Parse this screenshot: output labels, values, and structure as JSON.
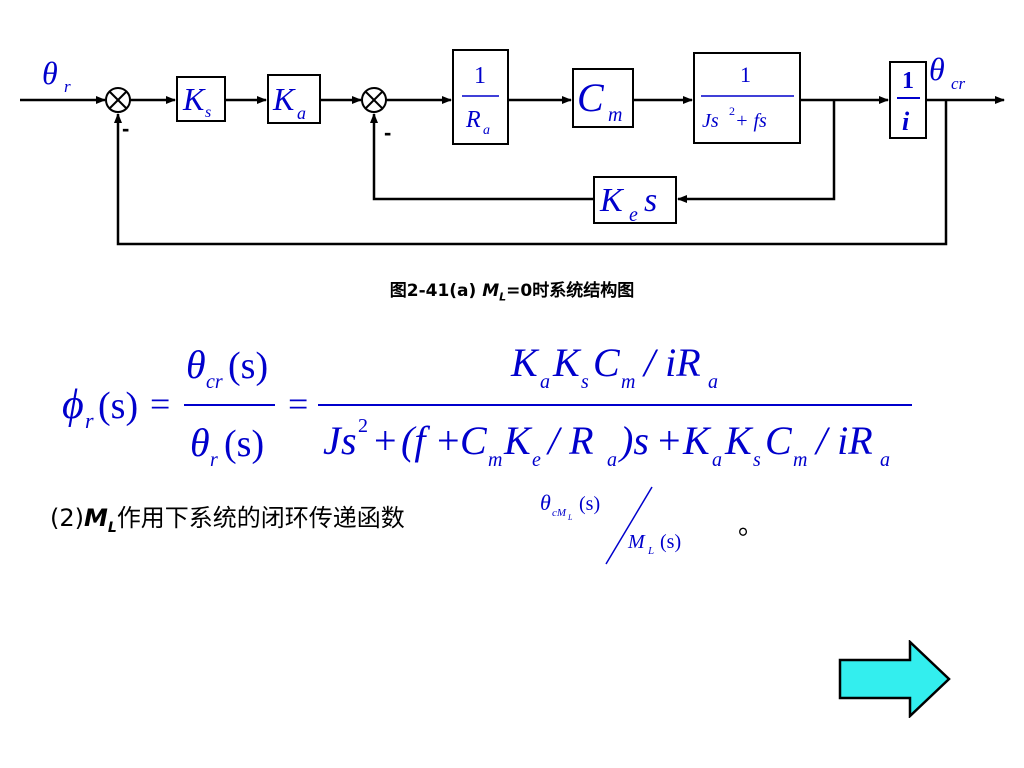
{
  "diagram": {
    "input_label": "θ",
    "input_sub": "r",
    "output_label": "θ",
    "output_sub": "cr",
    "minus_sign": "-",
    "blocks": {
      "ks": {
        "main": "K",
        "sub": "s"
      },
      "ka": {
        "main": "K",
        "sub": "a"
      },
      "ra": {
        "num": "1",
        "den_main": "R",
        "den_sub": "a"
      },
      "cm": {
        "main": "C",
        "sub": "m"
      },
      "plant": {
        "num": "1",
        "den_a": "Js",
        "den_sup": "2",
        "den_b": " + fs"
      },
      "gear": {
        "num": "1",
        "den": "i"
      },
      "ke": {
        "main": "K",
        "sub": "e",
        "tail": "s"
      }
    }
  },
  "caption": {
    "prefix": "图2-41(a) ",
    "var_main": "M",
    "var_sub": "L",
    "suffix": "=0时系统结构图"
  },
  "formula1": {
    "phi": "ϕ",
    "phi_sub": "r",
    "arg": "(s)",
    "eq": "=",
    "theta": "θ",
    "sub_cr": "cr",
    "sub_r": "r",
    "K": "K",
    "C": "C",
    "J": "J",
    "s": "s",
    "sq": "2",
    "sub_a": "a",
    "sub_s": "s",
    "sub_m": "m",
    "sub_e": "e",
    "slash_iR": "/ iR",
    "plus": "+",
    "paren_f": "(f",
    "slash_R": "/ R",
    "close_s": ")s"
  },
  "line2": {
    "prefix": "(2)",
    "var_main": "M",
    "var_sub": "L",
    "text": "作用下系统的闭环传递函数",
    "period": "。"
  },
  "frac2": {
    "theta": "θ",
    "sub_c": "cM",
    "sub_L": "L",
    "arg": "(s)",
    "M": "M",
    "M_sub": "L",
    "M_arg": "(s)"
  },
  "nav": {
    "arrow_icon": "right-arrow-icon",
    "arrow_fill": "#33eeee"
  }
}
